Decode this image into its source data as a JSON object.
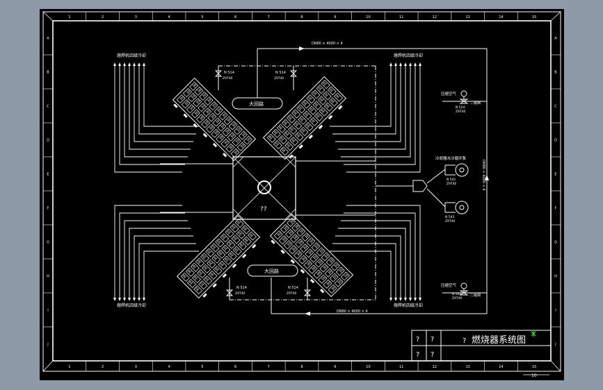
{
  "colors": {
    "window_bg": "#8e9aa8",
    "sheet_bg": "#000000",
    "line": "#ffffff",
    "accent_green": "#33ff33"
  },
  "ruler": {
    "columns": [
      "1",
      "2",
      "3",
      "4",
      "5",
      "6",
      "7",
      "8",
      "9",
      "10",
      "11",
      "12",
      "13",
      "14",
      "15"
    ],
    "rows": [
      "A",
      "B",
      "C",
      "D",
      "E",
      "F",
      "G",
      "H",
      "I",
      "J"
    ]
  },
  "labels": {
    "top_left_group": "熔焊机四级冷却",
    "top_right_group": "熔焊机四级冷却",
    "bottom_left_group": "熔焊机四级冷却",
    "bottom_right_group": "熔焊机四级冷却",
    "top_pipe": "DN80 × 4000 × 4",
    "bottom_pipe": "DN80 × 4000 × 4",
    "right_pipe": "DN80 × 4000 × 4",
    "top_header": "大回路",
    "bottom_header": "大回路",
    "center_mark": "??",
    "valve_tl_code": "N 514",
    "valve_tl_sub": "Z9T40",
    "valve_tr_code": "N 514",
    "valve_tr_sub": "Z9T40",
    "valve_bl_code": "N 514",
    "valve_bl_sub": "Z9T40",
    "valve_br_code": "N 514",
    "valve_br_sub": "Z9T40",
    "air_top": "压缩空气",
    "air_top_sub": "二级阀",
    "air_top_code": "N 524",
    "air_top_code2": "Z9T40",
    "air_bottom": "压缩空气",
    "air_bottom_sub": "二级阀",
    "air_bottom_code": "N 544",
    "air_bottom_code2": "Z9T40",
    "pump_label": "冷却器水冷循环泵",
    "pump1_code": "N 541",
    "pump1_sub": "Z9T40",
    "pump2_code": "N 542",
    "pump2_sub": "Z9T40"
  },
  "title_block": {
    "cell_1": "?",
    "cell_2": "?",
    "cell_3": "?",
    "cell_4": "?",
    "prefix": "?",
    "title": "燃烧器系统图",
    "sheet_no": "10"
  }
}
